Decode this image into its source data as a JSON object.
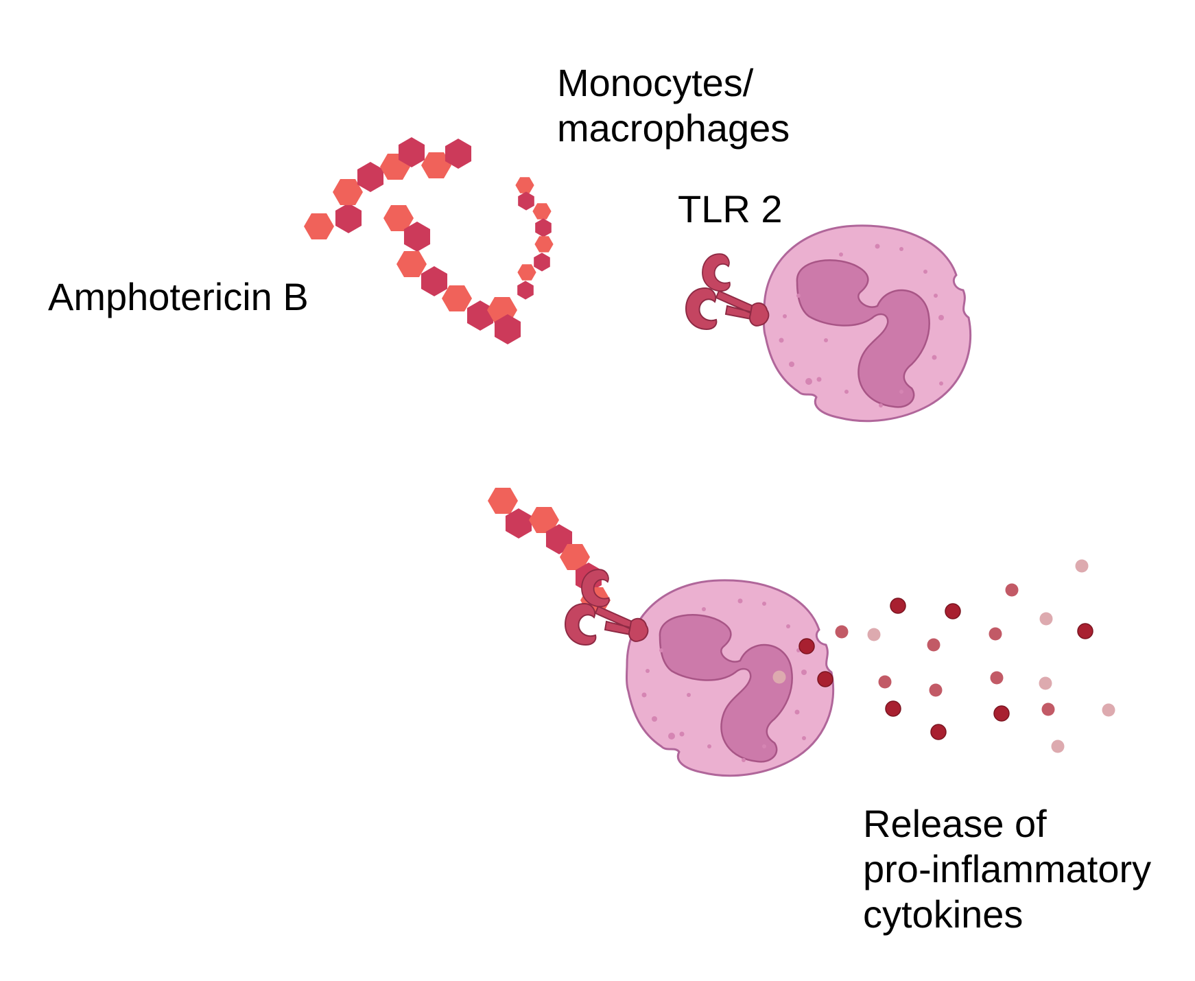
{
  "labels": {
    "amphotericin": "Amphotericin B",
    "monocytes_line1": "Monocytes/",
    "monocytes_line2": "macrophages",
    "tlr": "TLR 2",
    "release_line1": "Release of",
    "release_line2": "pro-inflammatory",
    "release_line3": "cytokines"
  },
  "colors": {
    "hex_light": "#f0625a",
    "hex_dark": "#cc3a5a",
    "receptor": "#c44561",
    "receptor_stroke": "#8e2a44",
    "cell_fill": "#ebb0d0",
    "cell_stroke": "#b0669a",
    "nucleus_fill": "#cc7aaa",
    "nucleus_stroke": "#a85586",
    "granule": "#d585b3",
    "cytokine_dark": "#a82030",
    "cytokine_mid": "#c25a66",
    "cytokine_light": "#ddaaaf"
  }
}
